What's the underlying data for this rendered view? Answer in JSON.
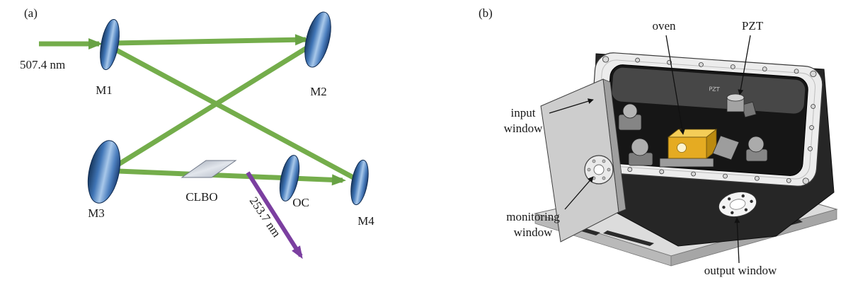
{
  "figure": {
    "panel_a": {
      "tag": "(a)",
      "labels": {
        "input_wavelength": "507.4 nm",
        "uv_wavelength": "253.7 nm",
        "m1": "M1",
        "m2": "M2",
        "m3": "M3",
        "m4": "M4",
        "crystal": "CLBO",
        "output_coupler": "OC"
      },
      "colors": {
        "pump_beam": "#74ad4b",
        "pump_arrow": "#68a244",
        "uv_beam": "#7b3fa0",
        "uv_arrow": "#7b3fa0",
        "mirror_dark": "#17375e",
        "mirror_light": "#a8c8ea"
      }
    },
    "panel_b": {
      "tag": "(b)",
      "labels": {
        "oven": "oven",
        "pzt": "PZT",
        "input_window_line1": "input",
        "input_window_line2": "window",
        "monitoring_window_line1": "monitoring",
        "monitoring_window_line2": "window",
        "output_window": "output window",
        "engraved_pzt": "PZT"
      },
      "colors": {
        "oven_body": "#e5ab22",
        "enclosure_dark": "#262626",
        "flange_light": "#ececec"
      }
    }
  }
}
